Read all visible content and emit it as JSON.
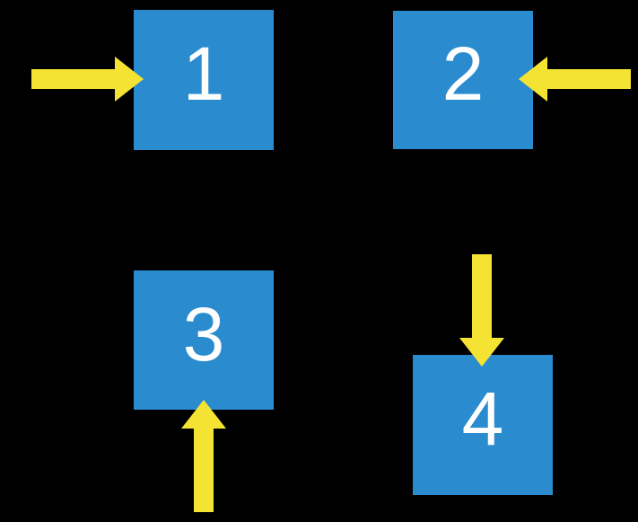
{
  "canvas": {
    "background": "#000000"
  },
  "colors": {
    "canvas_bg": "#000000",
    "square_fill": "#2A8CCE",
    "arrow_fill": "#F5E334",
    "label_text": "#FFFFFF"
  },
  "squares": [
    {
      "label": "1",
      "position": "top-left"
    },
    {
      "label": "2",
      "position": "top-right"
    },
    {
      "label": "3",
      "position": "bottom-left"
    },
    {
      "label": "4",
      "position": "bottom-right"
    }
  ],
  "arrows": [
    {
      "direction": "right",
      "points_to": "1",
      "enters_from": "left side"
    },
    {
      "direction": "left",
      "points_to": "2",
      "enters_from": "right side"
    },
    {
      "direction": "up",
      "points_to": "3",
      "enters_from": "bottom side"
    },
    {
      "direction": "down",
      "points_to": "4",
      "enters_from": "top side"
    }
  ]
}
